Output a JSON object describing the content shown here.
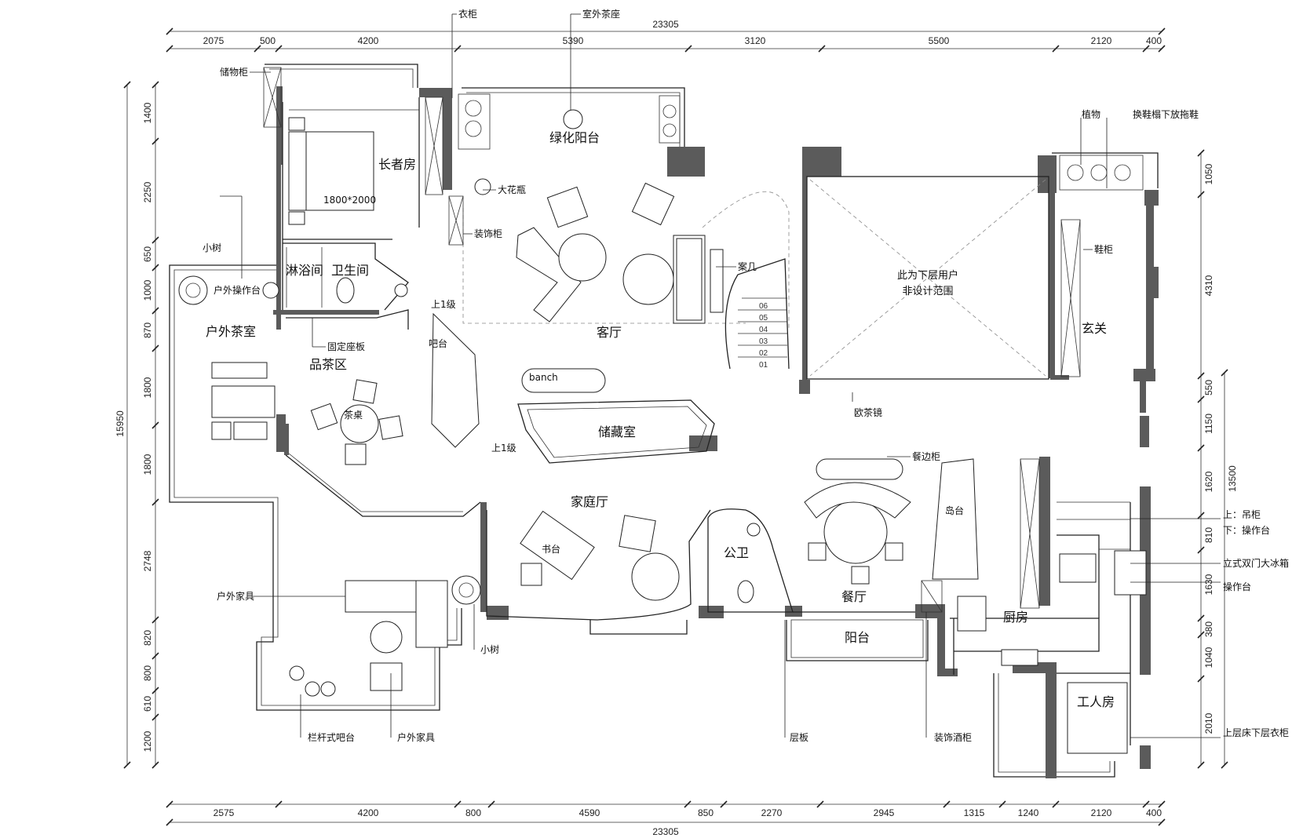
{
  "dimensions": {
    "overall_top": "23305",
    "overall_bottom": "23305",
    "overall_left": "15950",
    "overall_right": "13500",
    "top": [
      "2075",
      "500",
      "4200",
      "5390",
      "3120",
      "5500",
      "2120",
      "400"
    ],
    "bottom": [
      "2575",
      "4200",
      "800",
      "4590",
      "850",
      "2270",
      "2945",
      "1315",
      "1240",
      "2120",
      "400"
    ],
    "left": [
      "1400",
      "2250",
      "650",
      "1000",
      "870",
      "1800",
      "1800",
      "2748",
      "820",
      "800",
      "610",
      "1200"
    ],
    "right": [
      "1050",
      "4310",
      "550",
      "1150",
      "1620",
      "810",
      "1630",
      "380",
      "1040",
      "2010"
    ]
  },
  "rooms": {
    "elder_room": "长者房",
    "bed_size": "1800*2000",
    "shower": "淋浴间",
    "bathroom": "卫生间",
    "outdoor_tea_room": "户外茶室",
    "tea_area": "品茶区",
    "tea_table": "茶桌",
    "green_balcony": "绿化阳台",
    "living_room": "客厅",
    "bar": "吧台",
    "storage": "储藏室",
    "bench": "banch",
    "family_room": "家庭厅",
    "desk": "书台",
    "public_wc": "公卫",
    "dining_room": "餐厅",
    "balcony": "阳台",
    "island": "岛台",
    "kitchen": "厨房",
    "entrance": "玄关",
    "maid_room": "工人房",
    "lower_unit_line1": "此为下层用户",
    "lower_unit_line2": "非设计范围",
    "step_up_1": "上1级",
    "step_up_2": "上1级",
    "stairs": [
      "01",
      "02",
      "03",
      "04",
      "05",
      "06"
    ]
  },
  "labels": {
    "wardrobe": "衣柜",
    "outdoor_seat": "室外茶座",
    "storage_cabinet": "储物柜",
    "plants": "植物",
    "shoe_bench": "换鞋榻下放拖鞋",
    "vase": "大花瓶",
    "decor_cabinet": "装饰柜",
    "small_tree_top": "小树",
    "outdoor_counter": "户外操作台",
    "shoe_cabinet": "鞋柜",
    "side_table": "案几",
    "fixed_bench": "固定座板",
    "mirror": "欧茶镜",
    "sideboard": "餐边柜",
    "wall_cabinet": "上：吊柜",
    "counter_below": "下：操作台",
    "fridge": "立式双门大冰箱",
    "work_counter": "操作台",
    "bunk_wardrobe": "上层床下层衣柜",
    "outdoor_furniture_1": "户外家具",
    "small_tree_bottom": "小树",
    "bar_counter_balcony": "栏杆式吧台",
    "outdoor_furniture_2": "户外家具",
    "shelf": "层板",
    "wine_cabinet": "装饰酒柜"
  }
}
